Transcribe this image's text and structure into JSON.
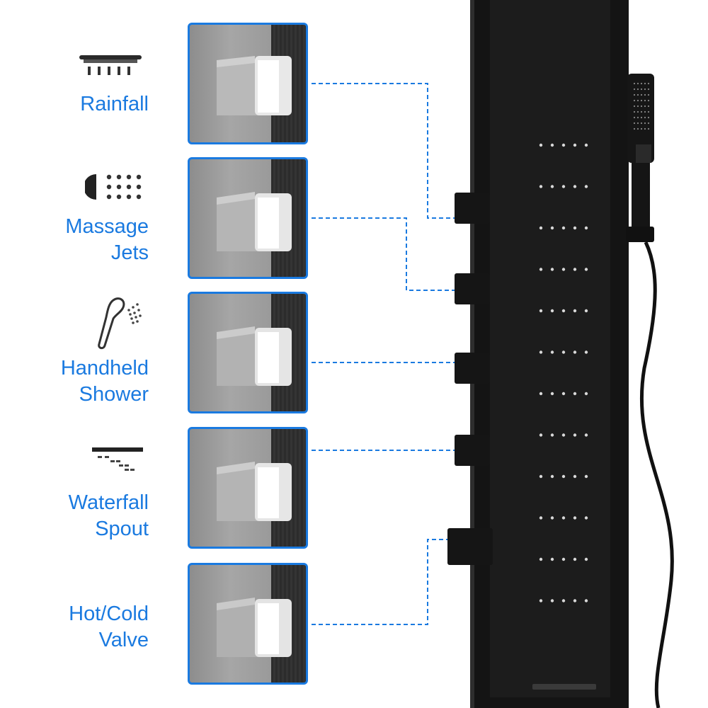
{
  "colors": {
    "accent": "#1a7ae0",
    "panel": "#141414",
    "chrome": "#c8c8c8"
  },
  "features": [
    {
      "lines": [
        "Rainfall"
      ],
      "icon": "rainfall-showerhead-icon"
    },
    {
      "lines": [
        "Massage",
        "Jets"
      ],
      "icon": "massage-jets-icon"
    },
    {
      "lines": [
        "Handheld",
        "Shower"
      ],
      "icon": "handheld-shower-icon"
    },
    {
      "lines": [
        "Waterfall",
        "Spout"
      ],
      "icon": "waterfall-spout-icon"
    },
    {
      "lines": [
        "Hot/Cold",
        "Valve"
      ],
      "icon": "hot-cold-valve-icon"
    }
  ]
}
